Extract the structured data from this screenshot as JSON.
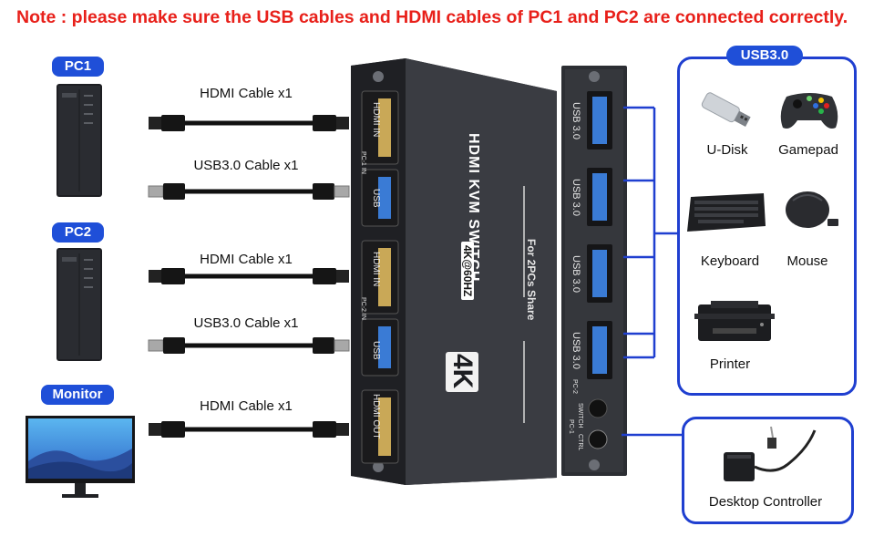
{
  "note": "Note : please make sure the USB cables and HDMI cables of PC1 and PC2 are connected correctly.",
  "sources": {
    "pc1": "PC1",
    "pc2": "PC2",
    "monitor": "Monitor"
  },
  "cables": [
    {
      "label": "HDMI Cable x1",
      "kind": "hdmi"
    },
    {
      "label": "USB3.0 Cable x1",
      "kind": "usb"
    },
    {
      "label": "HDMI Cable x1",
      "kind": "hdmi"
    },
    {
      "label": "USB3.0 Cable x1",
      "kind": "usb"
    },
    {
      "label": "HDMI Cable x1",
      "kind": "hdmi"
    }
  ],
  "switch_front": {
    "title": "HDMI KVM SWITCH",
    "spec": "4K@60HZ",
    "badge": "4K",
    "subtitle": "For 2PCs Share",
    "port_labels": [
      "HDMI IN",
      "USB",
      "HDMI IN",
      "USB",
      "HDMI OUT"
    ],
    "pc_tags": [
      "PC-1 IN",
      "PC-2 IN"
    ]
  },
  "switch_side": {
    "port_label": "USB 3.0",
    "switch_label": "SWITCH",
    "pc_labels": [
      "PC-2",
      "PC-1"
    ],
    "ctrl_label": "CTRL"
  },
  "usb_panel": {
    "title": "USB3.0",
    "devices": [
      "U-Disk",
      "Gamepad",
      "Keyboard",
      "Mouse",
      "Printer"
    ]
  },
  "controller": {
    "label": "Desktop Controller"
  },
  "colors": {
    "accent_blue": "#1f4fd8",
    "line_blue": "#1f3fd0",
    "note_red": "#e8201a",
    "device_dark": "#2a2c30"
  }
}
